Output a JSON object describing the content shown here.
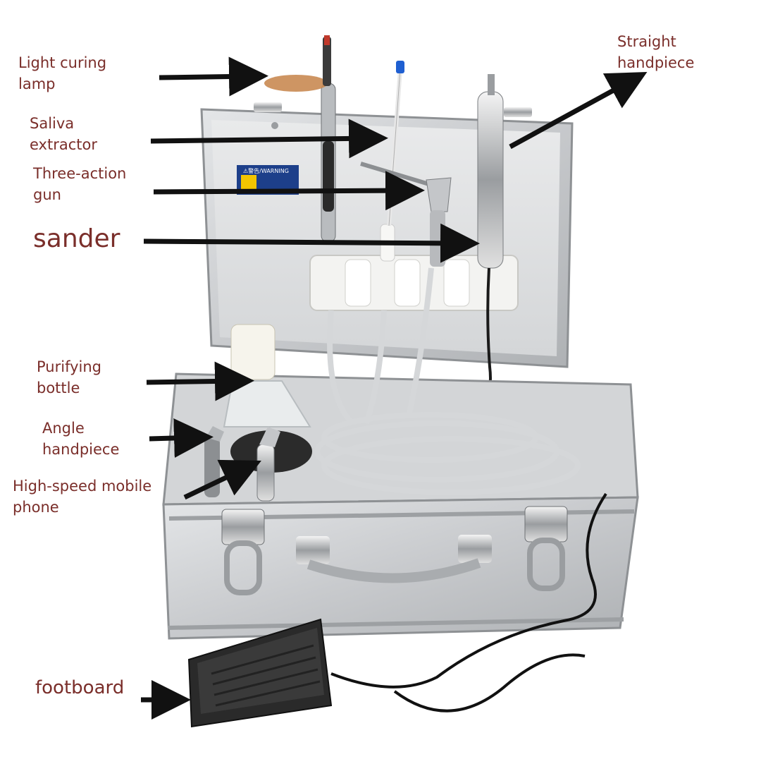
{
  "labels": {
    "light_curing_lamp": "Light curing\nlamp",
    "saliva_extractor": "Saliva\nextractor",
    "three_action_gun": "Three-action\ngun",
    "sander": "sander",
    "straight_handpiece": "Straight\nhandpiece",
    "purifying_bottle": "Purifying\nbottle",
    "angle_handpiece": "Angle\nhandpiece",
    "high_speed_mobile_phone": "High-speed mobile\nphone",
    "footboard": "footboard"
  },
  "warning_sticker": "⚠警告/WARNING",
  "colors": {
    "label_text": "#7a2e2a",
    "arrow": "#111111",
    "case_aluminium": "#c9cbcd",
    "case_edge": "#9fa2a5",
    "pedal": "#2a2a2a",
    "tubing": "#d8dadc"
  },
  "icons": [
    "arrow-icon",
    "dental-case-illustration",
    "foot-pedal-illustration"
  ]
}
